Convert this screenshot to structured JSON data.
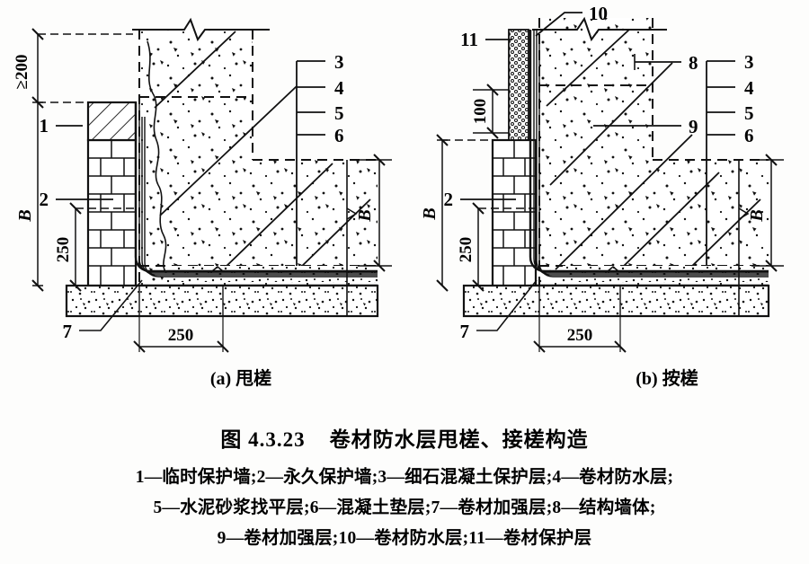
{
  "figure": {
    "title": "图 4.3.23    卷材防水层甩槎、接槎构造",
    "legend_lines": [
      "1—临时保护墙;2—永久保护墙;3—细石混凝土保护层;4—卷材防水层;",
      "5—水泥砂浆找平层;6—混凝土垫层;7—卷材加强层;8—结构墙体;",
      "9—卷材加强层;10—卷材防水层;11—卷材保护层"
    ],
    "legend_items": [
      {
        "num": "1",
        "text": "临时保护墙"
      },
      {
        "num": "2",
        "text": "永久保护墙"
      },
      {
        "num": "3",
        "text": "细石混凝土保护层"
      },
      {
        "num": "4",
        "text": "卷材防水层"
      },
      {
        "num": "5",
        "text": "水泥砂浆找平层"
      },
      {
        "num": "6",
        "text": "混凝土垫层"
      },
      {
        "num": "7",
        "text": "卷材加强层"
      },
      {
        "num": "8",
        "text": "结构墙体"
      },
      {
        "num": "9",
        "text": "卷材加强层"
      },
      {
        "num": "10",
        "text": "卷材防水层"
      },
      {
        "num": "11",
        "text": "卷材保护层"
      }
    ]
  },
  "diagram_a": {
    "subcaption": "(a) 甩槎",
    "callouts": [
      "1",
      "2",
      "7",
      "3",
      "4",
      "5",
      "6"
    ],
    "dimensions": {
      "top_height": "≥200",
      "total_height": "B",
      "lower_height": "250",
      "base_width": "250",
      "right_height": "B"
    }
  },
  "diagram_b": {
    "subcaption": "(b) 按槎",
    "callouts": [
      "10",
      "11",
      "2",
      "7",
      "8",
      "9",
      "3",
      "4",
      "5",
      "6"
    ],
    "dimensions": {
      "lap_length": "100",
      "total_height": "B",
      "lower_height": "250",
      "base_width": "250",
      "right_height": "B"
    }
  },
  "colors": {
    "ink": "#111111",
    "paper": "#fdfdfc",
    "fill_light": "#fbfbf8"
  }
}
